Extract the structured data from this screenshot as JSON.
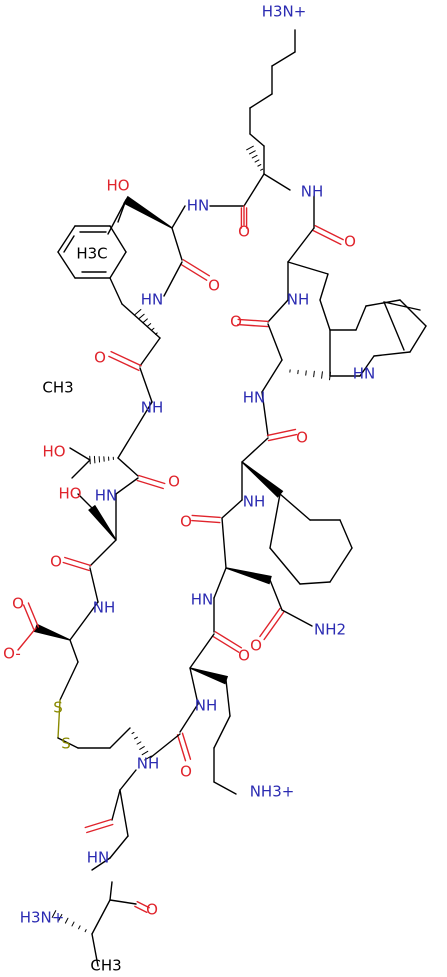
{
  "colors": {
    "bond": "#000000",
    "nitrogen": "#2b2bb2",
    "oxygen": "#e0242c",
    "sulfur": "#8a8a00",
    "carbon": "#000000"
  },
  "labels": {
    "nh3_lys_top": "H3N+",
    "nh_1": "NH",
    "hn_1": "HN",
    "oh_thr_top": "HO",
    "o_1": "O",
    "o_2": "O",
    "ch3_thr_top": "H3C",
    "o_3": "O",
    "nh_2": "NH",
    "hn_2": "HN",
    "o_4": "O",
    "o_5": "O",
    "hn_3": "HN",
    "nh_3": "NH",
    "ho_thr2": "HO",
    "hn_4": "HN",
    "o_6": "O",
    "o_7": "O",
    "oh_ser": "HO",
    "hn_5": "HN",
    "nh_4": "NH",
    "o_8": "O",
    "o_9": "O",
    "o_10": "O",
    "nh_5": "NH",
    "o_carboxylate": "O-",
    "hn_6": "HN",
    "nh2_amide": "NH2",
    "o_11": "O",
    "s_1": "S",
    "s_2": "S",
    "nh_6": "NH",
    "o_12": "O",
    "nh_7": "NH",
    "nh3_lys_bottom": "NH3+",
    "o_13": "O",
    "hn_7": "HN",
    "h3n_ala": "H3N+",
    "o_14": "O",
    "ch3_ala": "CH3",
    "ch3_thr2": "CH3"
  }
}
